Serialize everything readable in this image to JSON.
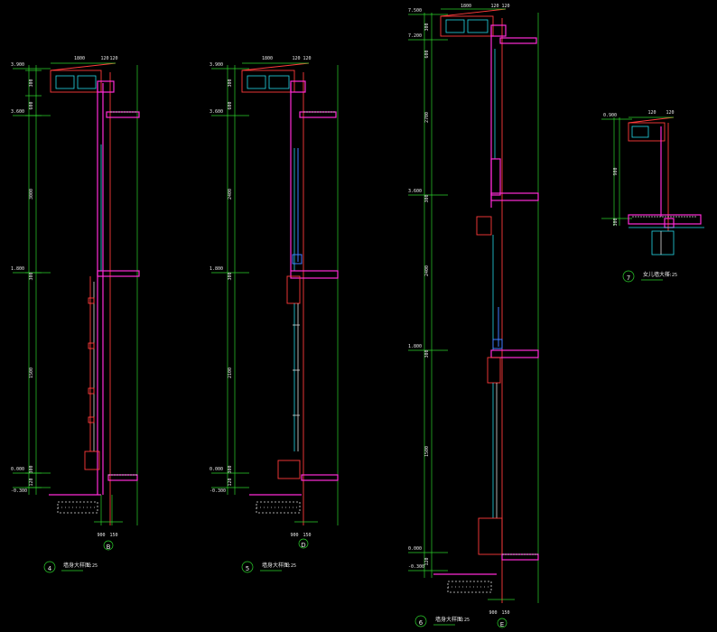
{
  "colors": {
    "background": "#000000",
    "dimension": "#2bd12b",
    "wall": "#ff2bd6",
    "frame": "#ff3b3b",
    "glass": "#22d8e8",
    "mullion": "#3f7cff",
    "text": "#e8e8e8"
  },
  "details": [
    {
      "id": "4",
      "caption": "墙身大样图",
      "scale": "1:25",
      "grid_axis": "B",
      "levels": [
        "3.900",
        "3.600",
        "1.800",
        "0.000",
        "-0.300"
      ],
      "dims_left": [
        "300",
        "600",
        "3000",
        "300",
        "1500",
        "300",
        "120"
      ],
      "dims_top": [
        "1800",
        "120",
        "120"
      ],
      "dims_bottom": [
        "900",
        "150"
      ]
    },
    {
      "id": "5",
      "caption": "墙身大样图",
      "scale": "1:25",
      "grid_axis": "D",
      "levels": [
        "3.900",
        "3.600",
        "1.800",
        "0.000",
        "-0.300"
      ],
      "dims_left": [
        "300",
        "600",
        "2400",
        "300",
        "2100",
        "300",
        "120"
      ],
      "dims_top": [
        "1800",
        "120",
        "120"
      ],
      "dims_bottom": [
        "900",
        "150"
      ]
    },
    {
      "id": "6",
      "caption": "墙身大样图",
      "scale": "1:25",
      "grid_axis": "E",
      "levels": [
        "7.500",
        "7.200",
        "3.600",
        "1.800",
        "0.000",
        "-0.300"
      ],
      "dims_left": [
        "300",
        "600",
        "2700",
        "300",
        "2400",
        "300",
        "1500",
        "120"
      ],
      "dims_top": [
        "1800",
        "120",
        "120"
      ],
      "dims_bottom": [
        "900",
        "150"
      ]
    },
    {
      "id": "7",
      "caption": "女儿墙大样",
      "scale": "1:25",
      "levels": [
        "0.900"
      ],
      "dims_left": [
        "900",
        "300"
      ],
      "dims_top": [
        "120",
        "120"
      ]
    }
  ]
}
